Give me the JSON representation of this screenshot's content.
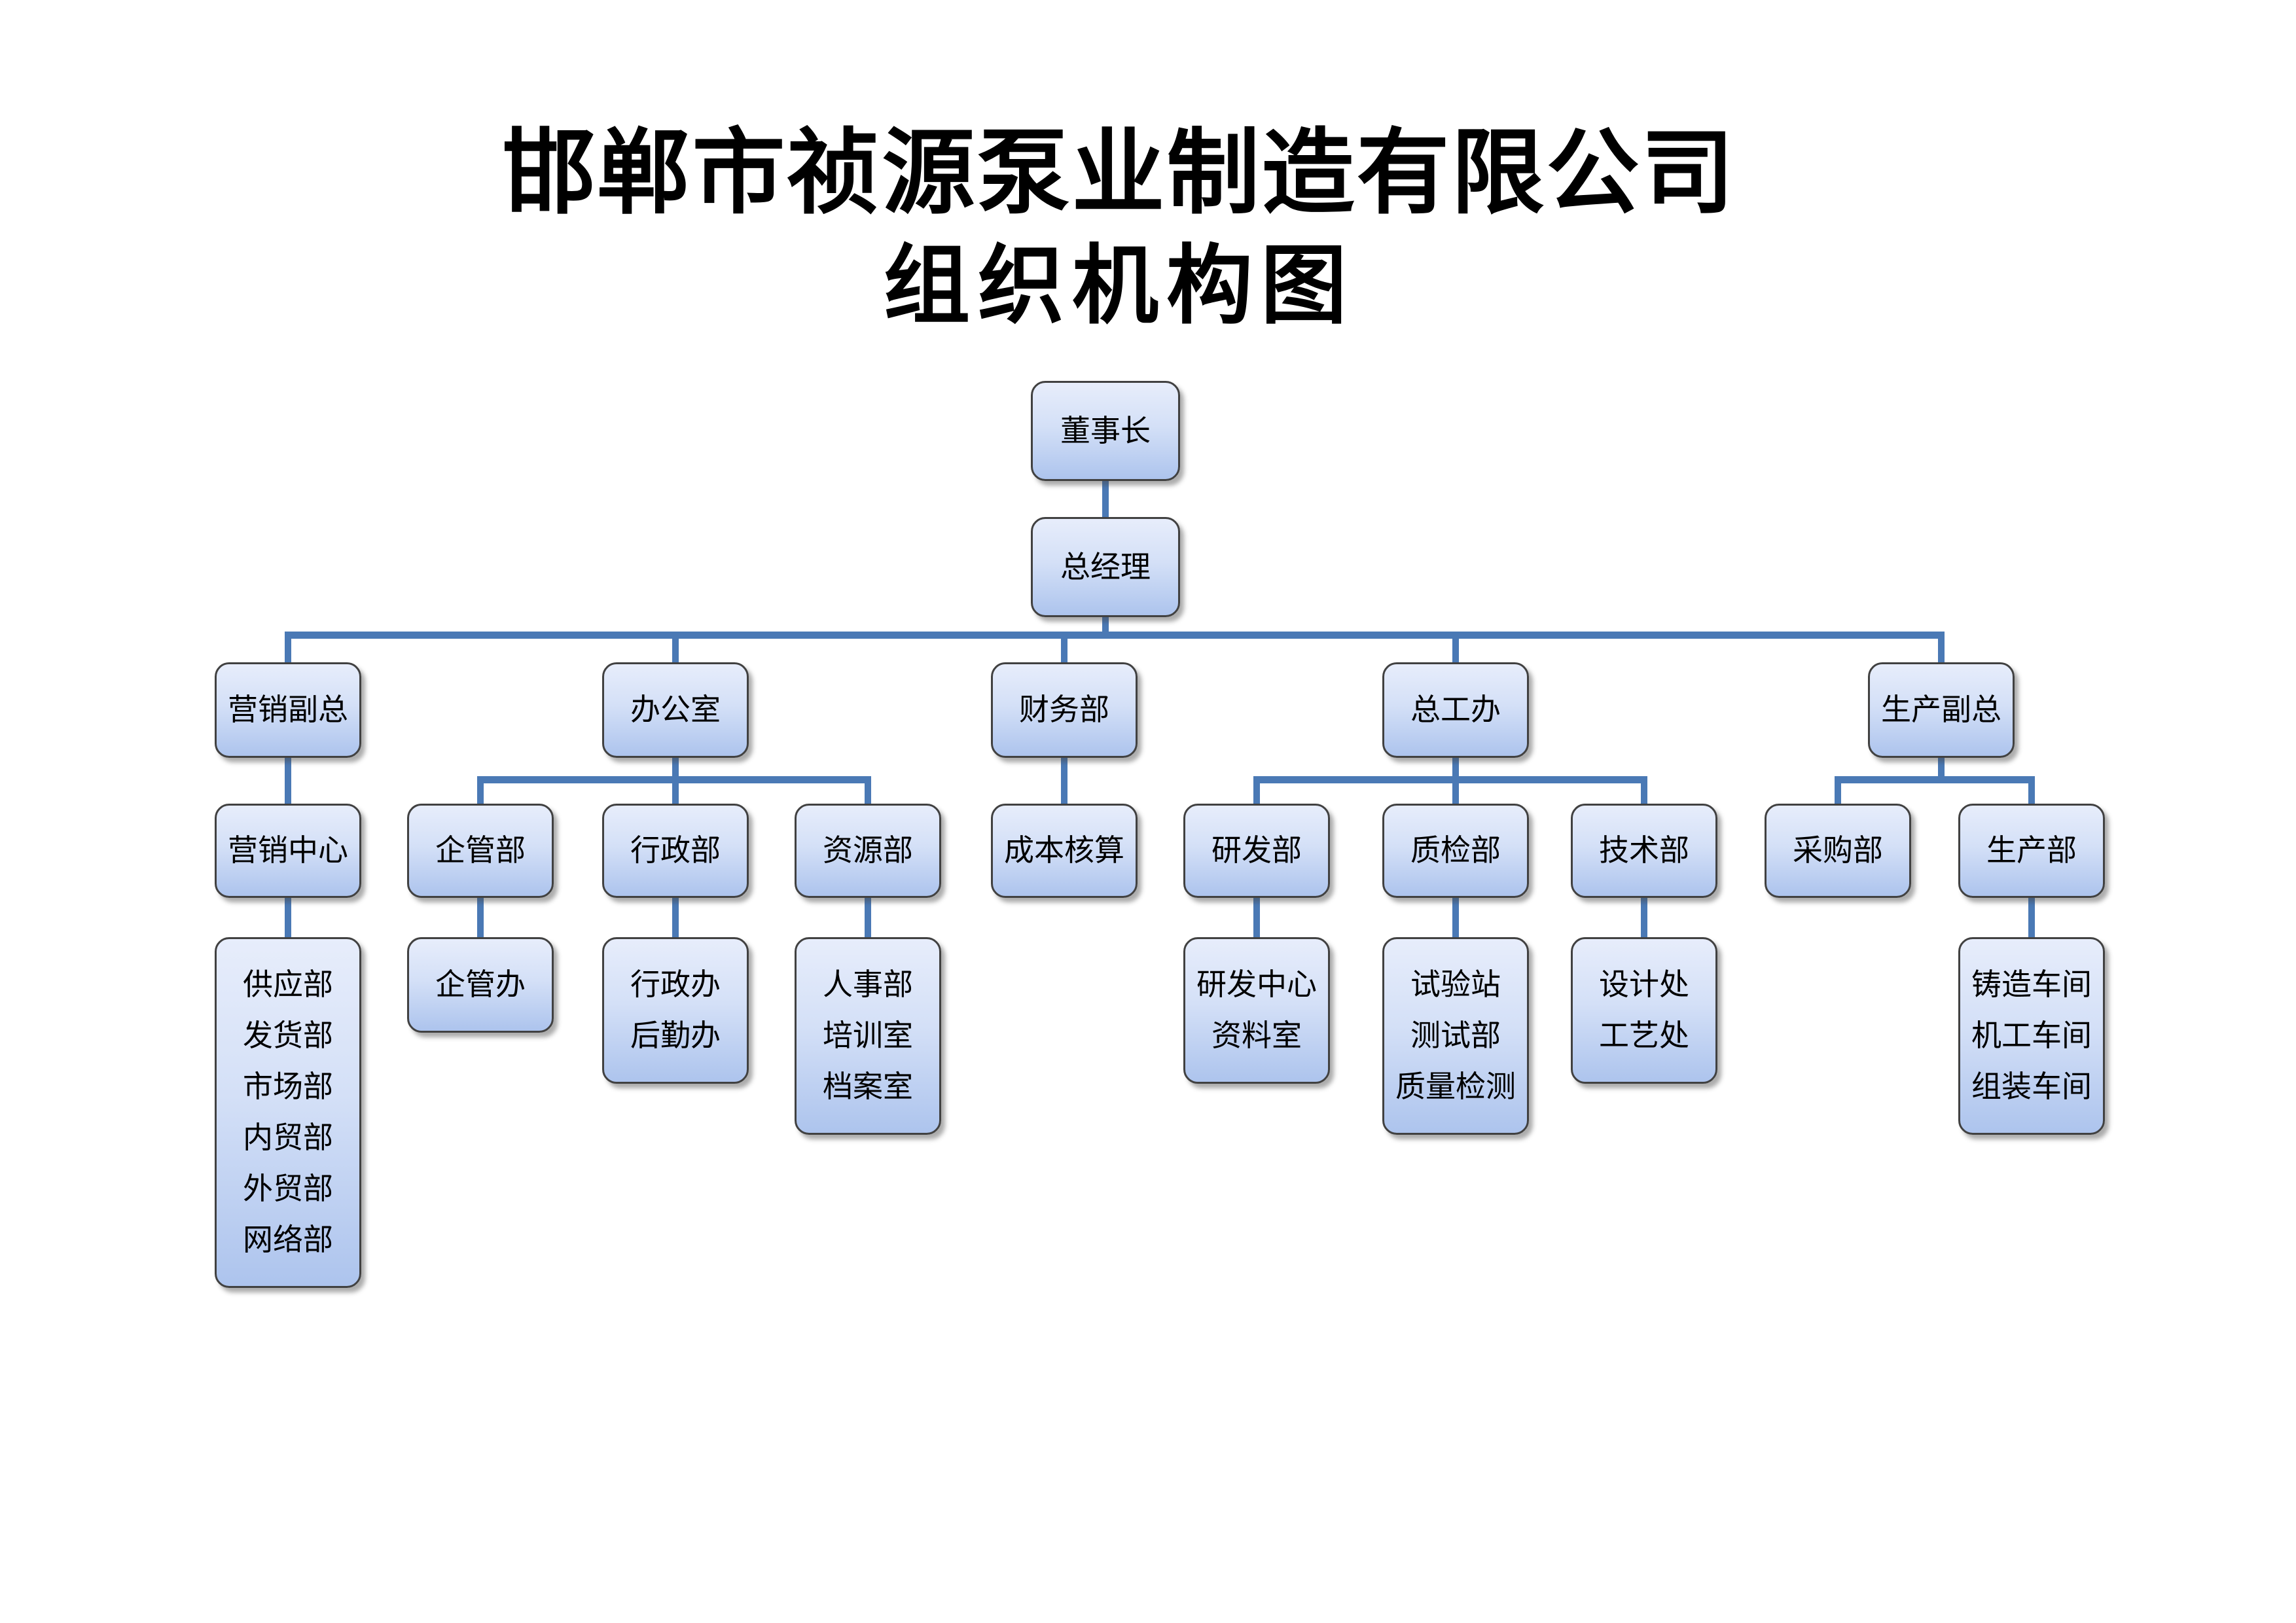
{
  "title": {
    "line1": "邯郸市祯源泵业制造有限公司",
    "line2": "组织机构图"
  },
  "colors": {
    "connector": "#4a79b5",
    "box_border": "#414141",
    "box_gradient_top": "#e7edfb",
    "box_gradient_bottom": "#adc4ed",
    "text": "#000000",
    "background": "#ffffff"
  },
  "org": {
    "chairman": {
      "label": "董事长"
    },
    "general_manager": {
      "label": "总经理"
    },
    "marketing_vp": {
      "label": "营销副总"
    },
    "office": {
      "label": "办公室"
    },
    "finance_dept": {
      "label": "财务部"
    },
    "chief_engineer_office": {
      "label": "总工办"
    },
    "production_vp": {
      "label": "生产副总"
    },
    "marketing_center": {
      "label": "营销中心"
    },
    "enterprise_mgmt_dept": {
      "label": "企管部"
    },
    "admin_dept": {
      "label": "行政部"
    },
    "resources_dept": {
      "label": "资源部"
    },
    "cost_accounting": {
      "label": "成本核算"
    },
    "rd_dept": {
      "label": "研发部"
    },
    "qc_dept": {
      "label": "质检部"
    },
    "tech_dept": {
      "label": "技术部"
    },
    "purchasing_dept": {
      "label": "采购部"
    },
    "production_dept": {
      "label": "生产部"
    },
    "marketing_sub": {
      "lines": [
        "供应部",
        "发货部",
        "市场部",
        "内贸部",
        "外贸部",
        "网络部"
      ]
    },
    "enterprise_mgmt_office": {
      "label": "企管办"
    },
    "admin_sub": {
      "lines": [
        "行政办",
        "后勤办"
      ]
    },
    "resources_sub": {
      "lines": [
        "人事部",
        "培训室",
        "档案室"
      ]
    },
    "rd_sub": {
      "lines": [
        "研发中心",
        "资料室"
      ]
    },
    "qc_sub": {
      "lines": [
        "试验站",
        "测试部",
        "质量检测"
      ]
    },
    "tech_sub": {
      "lines": [
        "设计处",
        "工艺处"
      ]
    },
    "production_sub": {
      "lines": [
        "铸造车间",
        "机工车间",
        "组装车间"
      ]
    }
  },
  "edges": [
    [
      "chairman",
      "general_manager"
    ],
    [
      "general_manager",
      "marketing_vp"
    ],
    [
      "general_manager",
      "office"
    ],
    [
      "general_manager",
      "finance_dept"
    ],
    [
      "general_manager",
      "chief_engineer_office"
    ],
    [
      "general_manager",
      "production_vp"
    ],
    [
      "marketing_vp",
      "marketing_center"
    ],
    [
      "marketing_center",
      "marketing_sub"
    ],
    [
      "office",
      "enterprise_mgmt_dept"
    ],
    [
      "office",
      "admin_dept"
    ],
    [
      "office",
      "resources_dept"
    ],
    [
      "enterprise_mgmt_dept",
      "enterprise_mgmt_office"
    ],
    [
      "admin_dept",
      "admin_sub"
    ],
    [
      "resources_dept",
      "resources_sub"
    ],
    [
      "finance_dept",
      "cost_accounting"
    ],
    [
      "chief_engineer_office",
      "rd_dept"
    ],
    [
      "chief_engineer_office",
      "qc_dept"
    ],
    [
      "chief_engineer_office",
      "tech_dept"
    ],
    [
      "rd_dept",
      "rd_sub"
    ],
    [
      "qc_dept",
      "qc_sub"
    ],
    [
      "tech_dept",
      "tech_sub"
    ],
    [
      "production_vp",
      "purchasing_dept"
    ],
    [
      "production_vp",
      "production_dept"
    ],
    [
      "production_dept",
      "production_sub"
    ]
  ]
}
